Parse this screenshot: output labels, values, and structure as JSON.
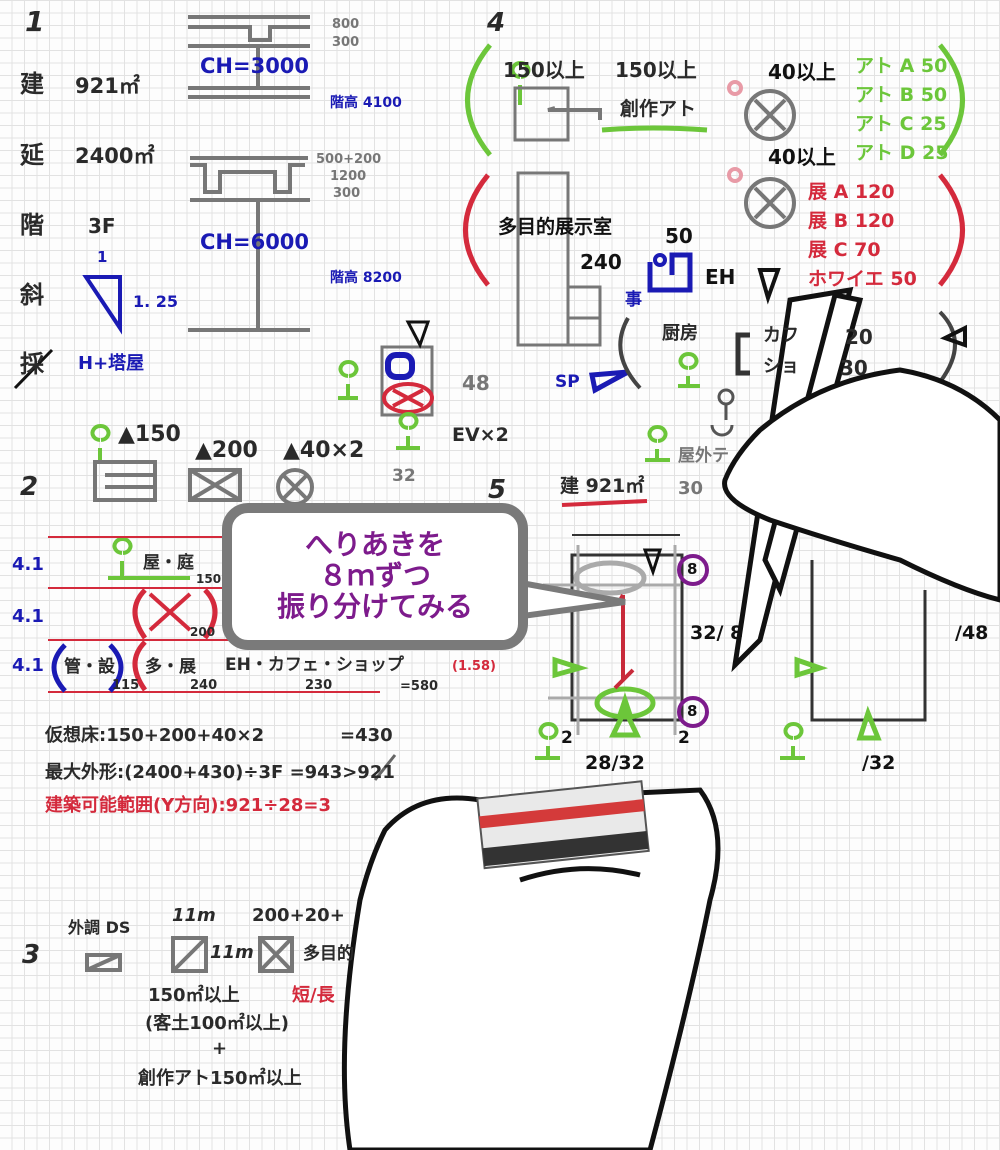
{
  "section1": {
    "number": "1",
    "labels": [
      "建",
      "延",
      "階",
      "斜",
      "採"
    ],
    "building_area": "921㎡",
    "floor_area": "2400㎡",
    "floors": "3F",
    "slope_top": "1",
    "slope_side": "1. 25",
    "height_note": "H+塔屋",
    "ch_upper": "CH=3000",
    "dim_800": "800",
    "dim_300a": "300",
    "floor_height_upper": "階高 4100",
    "dim_500_200": "500+200",
    "dim_1200": "1200",
    "dim_300b": "300",
    "ch_lower": "CH=6000",
    "floor_height_lower": "階高 8200",
    "elev_48": "48",
    "elev_count": "EV×2",
    "elev_32": "32"
  },
  "section2": {
    "number": "2",
    "tri150": "▲150",
    "tri200": "▲200",
    "tri40": "▲40×2",
    "rows": [
      {
        "height": "4.1",
        "items": [
          "屋・庭"
        ],
        "value": "150"
      },
      {
        "height": "4.1",
        "items": [],
        "value": "200"
      },
      {
        "height": "4.1",
        "items": [
          "管・設",
          "多・展",
          "EH・カフェ・ショップ"
        ],
        "values": [
          "115",
          "240",
          "230"
        ],
        "total": "=580",
        "ratio": "(1.58)"
      }
    ],
    "calc1_label": "仮想床:150+200+40×2",
    "calc1_result": "=430",
    "calc2": "最大外形:(2400+430)÷3F =943>921",
    "calc3": "建築可能範囲(Y方向):921÷28=3"
  },
  "section3": {
    "number": "3",
    "ds": "外調 DS",
    "m11_top": "11m",
    "m11_side": "11m",
    "sum": "200+20+",
    "multi": "多目的",
    "area150": "150㎡以上",
    "soil": "(客土100㎡以上)",
    "plus": "+",
    "art150": "創作アト150㎡以上",
    "short_long": "短/長"
  },
  "section4": {
    "number": "4",
    "above150a": "150以上",
    "above150b": "150以上",
    "art_label": "創作アト",
    "above40a": "40以上",
    "above40b": "40以上",
    "art_rooms": [
      "アト A 50",
      "アト B 50",
      "アト C 25",
      "アト D 25"
    ],
    "exhibit_rooms": [
      "展 A 120",
      "展 B 120",
      "展 C 70",
      "ホワイエ 50"
    ],
    "multi_room": "多目的展示室",
    "multi_area": "240",
    "office_area": "50",
    "eh": "EH",
    "office": "事",
    "kitchen": "厨房",
    "cafe": "カフ",
    "cafe_area": "20",
    "shop": "ショ",
    "shop_area": "30",
    "sp": "SP",
    "outdoor": "屋外テ",
    "outdoor_area": "30"
  },
  "section5": {
    "number": "5",
    "building": "建 921㎡",
    "setback_top": "8",
    "setback_bottom": "8",
    "left_depth": "32/ 8",
    "right_depth": "/48",
    "margin_left": "2",
    "margin_right": "2",
    "left_width": "28/32",
    "right_width": "/32"
  },
  "bubble": {
    "lines": [
      "へりあきを",
      "８ｍずつ",
      "振り分けてみる"
    ]
  },
  "colors": {
    "green": "#6cc63a",
    "red": "#d42a3c",
    "blue": "#1a1ab4",
    "purple": "#7d1b8c",
    "gray": "#777777"
  }
}
